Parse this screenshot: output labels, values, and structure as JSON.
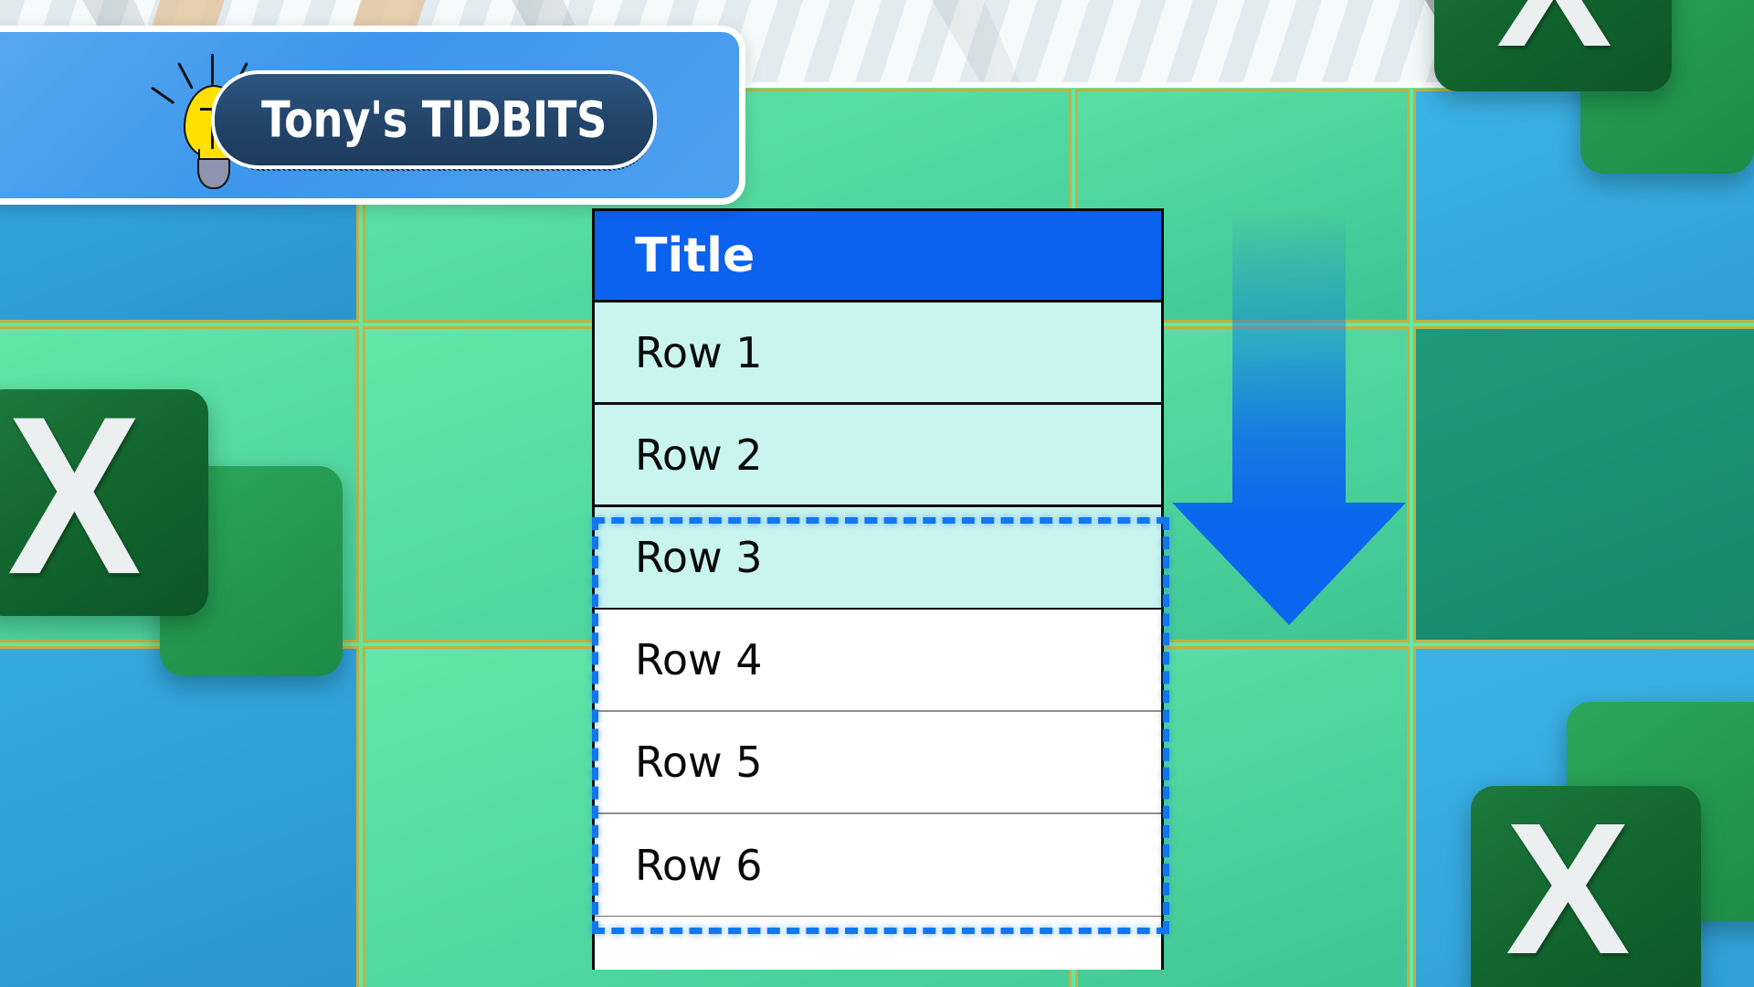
{
  "banner": {
    "title": "Tony's TIDBITS",
    "icon": "lightbulb-icon"
  },
  "table": {
    "header_label": "Title",
    "rows": [
      {
        "label": "Row 1",
        "style": "cyan",
        "selected": false
      },
      {
        "label": "Row 2",
        "style": "cyan",
        "selected": false
      },
      {
        "label": "Row 3",
        "style": "cyan",
        "selected": false
      },
      {
        "label": "Row 4",
        "style": "white",
        "selected": true
      },
      {
        "label": "Row 5",
        "style": "white",
        "selected": true
      },
      {
        "label": "Row 6",
        "style": "white",
        "selected": true
      }
    ]
  },
  "annotations": {
    "arrow_direction": "down",
    "arrow_name": "down-arrow-icon",
    "selection_name": "marching-ants-selection"
  },
  "icons": {
    "excel_left": "excel-app-icon",
    "excel_top_right": "excel-app-icon",
    "excel_bottom_right": "excel-app-icon",
    "excel_letter": "X"
  },
  "colors": {
    "header_blue": "#0a62ee",
    "row_cyan": "#c9f4ef",
    "row_white": "#ffffff",
    "selection_blue": "#1276f0",
    "arrow_blue": "#0a66ee",
    "excel_green": "#12662f",
    "banner_blue": "#3d96ec",
    "banner_plate_navy": "#23456b",
    "tile_green": "#45ce9a",
    "tile_blue": "#2a96cf",
    "gridline_gold": "#d6a631",
    "bulb_yellow": "#FFE000"
  }
}
